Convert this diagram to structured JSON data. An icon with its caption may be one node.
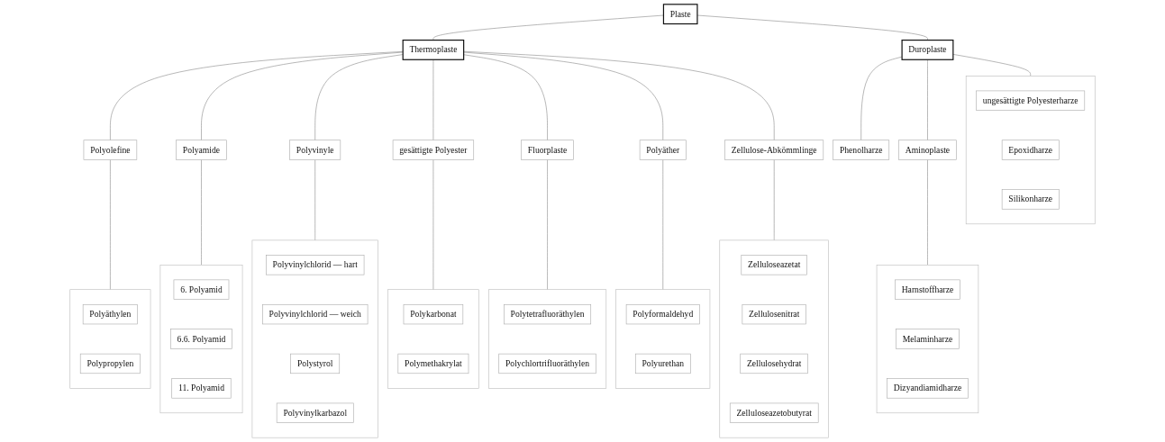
{
  "diagram": {
    "nodes": [
      {
        "text": [
          "Plaste"
        ]
      },
      {
        "text": [
          "Thermoplaste"
        ]
      },
      {
        "text": [
          "Duroplaste"
        ]
      },
      {
        "text": [
          "Polyolefine"
        ]
      },
      {
        "text": [
          "Polyamide"
        ]
      },
      {
        "text": [
          "Polyvinyle"
        ]
      },
      {
        "text": [
          "gesättigte Polyester"
        ]
      },
      {
        "text": [
          "Fluorplaste"
        ]
      },
      {
        "text": [
          "Polyäther"
        ]
      },
      {
        "text": [
          "Zellulose-Abkömmlinge"
        ]
      },
      {
        "text": [
          "Aminoplaste"
        ]
      },
      {
        "text": [],
        "shape": "box"
      },
      {
        "text": [
          "Polyäthylen"
        ],
        "in": 11
      },
      {
        "text": [
          "Polypropylen"
        ],
        "in": 11
      },
      {
        "text": [],
        "shape": "box"
      },
      {
        "text": [
          "6. Polyamid"
        ],
        "in": 14
      },
      {
        "text": [
          "6.6. Polyamid"
        ],
        "in": 14
      },
      {
        "text": [
          "11. Polyamid"
        ],
        "in": 14
      },
      {
        "text": [],
        "shape": "box"
      },
      {
        "text": [
          "Polyvinylchlorid — hart"
        ],
        "in": 18
      },
      {
        "text": [
          "Polyvinylchlorid — weich"
        ],
        "in": 18
      },
      {
        "text": [
          "Polystyrol"
        ],
        "in": 18
      },
      {
        "text": [
          "Polyvinylkarbazol"
        ],
        "in": 18
      },
      {
        "text": [],
        "shape": "box"
      },
      {
        "text": [
          "Polykarbonat"
        ],
        "in": 23
      },
      {
        "text": [
          "Polymethakrylat"
        ],
        "in": 23
      },
      {
        "text": [],
        "shape": "box"
      },
      {
        "text": [
          "Polytetrafluoräthylen"
        ],
        "in": 26
      },
      {
        "text": [
          "Polychlortrifluoräthylen"
        ],
        "in": 26
      },
      {
        "text": [],
        "shape": "box"
      },
      {
        "text": [
          "Polyformaldehyd"
        ],
        "in": 29
      },
      {
        "text": [
          "Polyurethan"
        ],
        "in": 29
      },
      {
        "text": [],
        "shape": "box"
      },
      {
        "text": [
          "Zelluloseazetat"
        ],
        "in": 32
      },
      {
        "text": [
          "Zellulosenitrat"
        ],
        "in": 32
      },
      {
        "text": [
          "Zellulosehydrat"
        ],
        "in": 32
      },
      {
        "text": [
          "Zelluloseazetobutyrat"
        ],
        "in": 32
      },
      {
        "text": [
          "Phenolharze"
        ]
      },
      {
        "text": [],
        "shape": "box"
      },
      {
        "text": [
          "Harnstoffharze"
        ],
        "in": 38
      },
      {
        "text": [
          "Melaminharze"
        ],
        "in": 38
      },
      {
        "text": [
          "Dizyandiamidharze"
        ],
        "in": 38
      },
      {
        "text": [],
        "shape": "box"
      },
      {
        "text": [
          "ungesättigte Polyesterharze"
        ],
        "in": 42
      },
      {
        "text": [
          "Epoxidharze"
        ],
        "in": 42
      },
      {
        "text": [
          "Silikonharze"
        ],
        "in": 42
      }
    ],
    "edges": [
      {
        "from": 0,
        "to": 1,
        "arrow": "none"
      },
      {
        "from": 0,
        "to": 2,
        "arrow": "none"
      },
      {
        "from": 1,
        "to": 3,
        "arrow": "none"
      },
      {
        "from": 1,
        "to": 4,
        "arrow": "none"
      },
      {
        "from": 1,
        "to": 5,
        "arrow": "none"
      },
      {
        "from": 1,
        "to": 6,
        "arrow": "none"
      },
      {
        "from": 1,
        "to": 7,
        "arrow": "none"
      },
      {
        "from": 1,
        "to": 8,
        "arrow": "none"
      },
      {
        "from": 1,
        "to": 9,
        "arrow": "none"
      },
      {
        "from": 2,
        "to": 37,
        "arrow": "none"
      },
      {
        "from": 2,
        "to": 10,
        "arrow": "none"
      },
      {
        "from": 2,
        "to": 42,
        "arrow": "none"
      },
      {
        "from": 3,
        "to": 11,
        "arrow": "none"
      },
      {
        "from": 4,
        "to": 14,
        "arrow": "none"
      },
      {
        "from": 5,
        "to": 18,
        "arrow": "none"
      },
      {
        "from": 6,
        "to": 23,
        "arrow": "none"
      },
      {
        "from": 7,
        "to": 26,
        "arrow": "none"
      },
      {
        "from": 8,
        "to": 29,
        "arrow": "none"
      },
      {
        "from": 9,
        "to": 32,
        "arrow": "none"
      },
      {
        "from": 10,
        "to": 38,
        "arrow": "none"
      }
    ]
  }
}
